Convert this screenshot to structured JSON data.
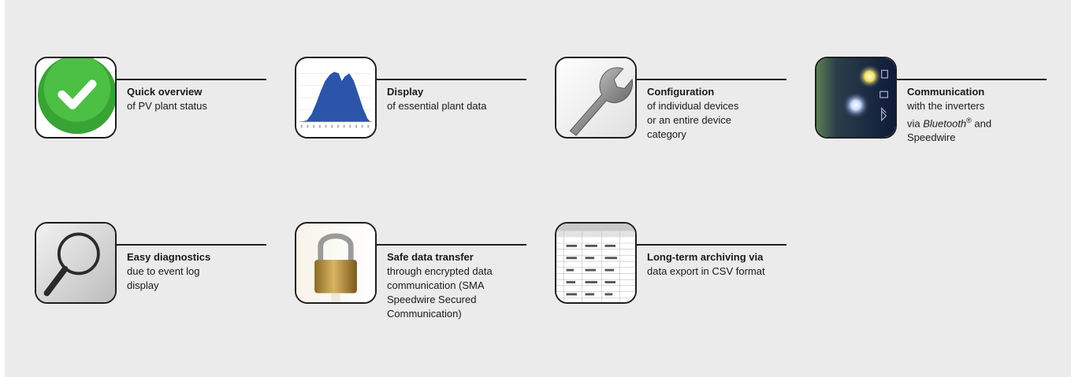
{
  "features": [
    {
      "title": "Quick overview",
      "desc": [
        "of PV plant status"
      ],
      "icon": "checkmark-icon"
    },
    {
      "title": "Display",
      "desc": [
        "of essential plant data"
      ],
      "icon": "chart-icon"
    },
    {
      "title": "Configuration",
      "desc": [
        "of individual devices",
        "or an entire device",
        "category"
      ],
      "icon": "wrench-icon"
    },
    {
      "title": "Communication",
      "desc_pre": "with the inverters",
      "desc_via": "via ",
      "desc_italic": "Bluetooth",
      "desc_sup": "®",
      "desc_and": " and",
      "desc_post": "Speedwire",
      "icon": "device-leds-icon"
    },
    {
      "title": "Easy diagnostics",
      "desc": [
        "due to event log",
        "display"
      ],
      "icon": "magnifier-icon"
    },
    {
      "title": "Safe data transfer",
      "desc": [
        "through encrypted data",
        "communication (SMA",
        "Speedwire Secured",
        "Communication)"
      ],
      "icon": "padlock-icon"
    },
    {
      "title": "Long-term archiving via",
      "desc": [
        "data export in CSV format"
      ],
      "icon": "spreadsheet-icon"
    }
  ],
  "colors": {
    "panel_bg": "#ebebeb",
    "check_green": "#3aa335",
    "chart_blue": "#2c54a8",
    "rule": "#1e1e1e"
  }
}
